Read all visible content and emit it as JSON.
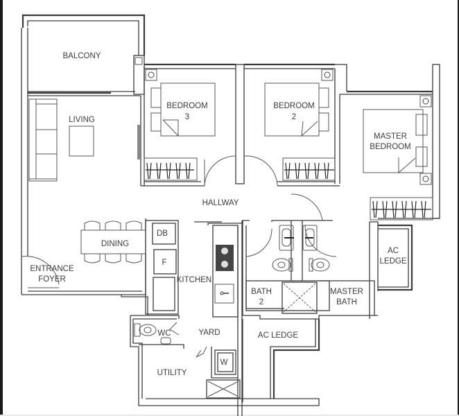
{
  "plan": {
    "type": "apartment floor plan",
    "rooms": {
      "balcony": "BALCONY",
      "living": "LIVING",
      "bedroom3_line1": "BEDROOM",
      "bedroom3_line2": "3",
      "bedroom2_line1": "BEDROOM",
      "bedroom2_line2": "2",
      "master_line1": "MASTER",
      "master_line2": "BEDROOM",
      "hallway": "HALLWAY",
      "dining": "DINING",
      "db": "DB",
      "fridge": "F",
      "kitchen": "KITCHEN",
      "entrance_line1": "ENTRANCE",
      "entrance_line2": "FOYER",
      "bath2_line1": "BATH",
      "bath2_line2": "2",
      "masterbath_line1": "MASTER",
      "masterbath_line2": "BATH",
      "acledge_right_line1": "AC",
      "acledge_right_line2": "LEDGE",
      "acledge_bottom": "AC LEDGE",
      "wc": "WC",
      "yard": "YARD",
      "utility": "UTILITY",
      "washer": "W"
    },
    "colors": {
      "wall": "#3a3a3a",
      "background": "#ffffff",
      "frame": "#1a1a1a"
    }
  }
}
